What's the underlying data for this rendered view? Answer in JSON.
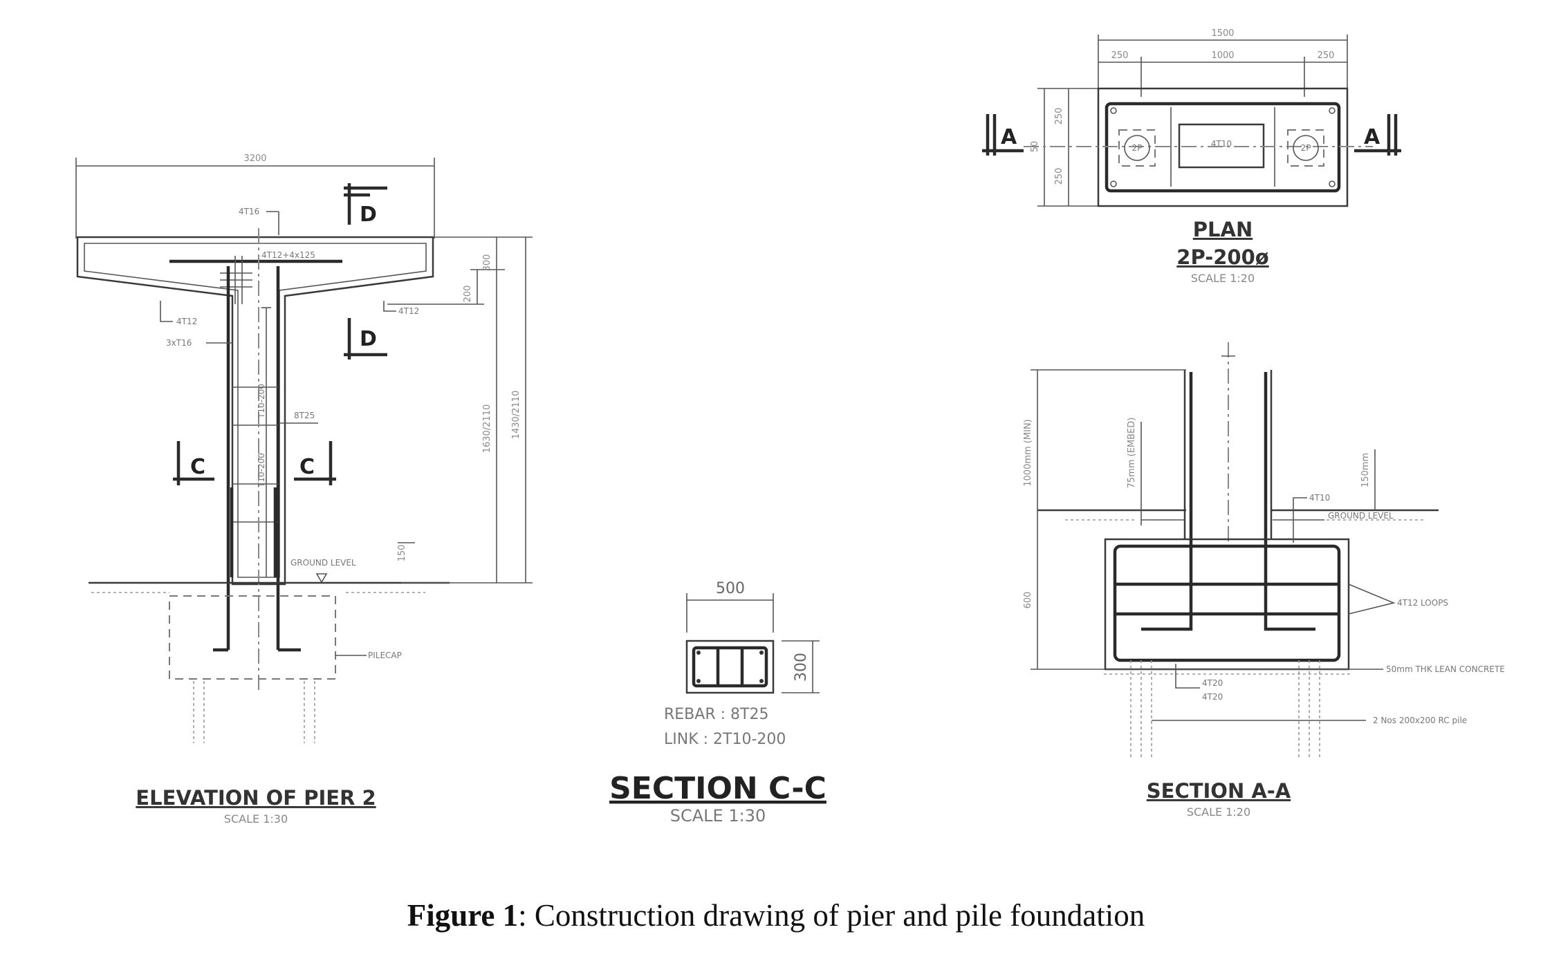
{
  "caption": {
    "label": "Figure 1",
    "text": ": Construction drawing of pier and pile foundation"
  },
  "elevation": {
    "title": "ELEVATION OF PIER 2",
    "scale": "SCALE 1:30",
    "ground_label": "GROUND LEVEL",
    "pilecap_label": "PILECAP",
    "section_marker_c": "C",
    "section_marker_d": "D",
    "dims": {
      "top_width": "3200",
      "cap_depth": "300",
      "haunch": "200",
      "total_height_1": "1630/2110",
      "total_height_2": "1430/2110",
      "ground_offset": "150"
    },
    "callouts": {
      "top_bar": "4T16",
      "main_bar": "4T12+4x125",
      "side_bar_left": "4T12",
      "side_bar_right": "4T12",
      "links": "3xT16",
      "col_bar": "8T25",
      "col_spacing": "T10-200",
      "col_spacing_2": "T10-200"
    }
  },
  "section_cc": {
    "title": "SECTION C-C",
    "scale": "SCALE 1:30",
    "width_dim": "500",
    "depth_dim": "300",
    "rebar_line": "REBAR : 8T25",
    "link_line": "LINK : 2T10-200"
  },
  "plan": {
    "title": "PLAN",
    "subtitle": "2P-200ø",
    "scale": "SCALE 1:20",
    "section_marker": "A",
    "dims": {
      "overall": "1500",
      "left": "250",
      "middle": "1000",
      "right": "250",
      "side_top": "250",
      "side_mid": "50",
      "side_bottom": "250"
    },
    "center_label": "4T10",
    "pile_label_left": "2P",
    "pile_label_right": "2P"
  },
  "section_aa": {
    "title": "SECTION A-A",
    "scale": "SCALE 1:20",
    "dims": {
      "column_height": "1000mm (MIN)",
      "lap_length": "75mm (EMBED)",
      "cap_depth": "600",
      "right_top": "150mm"
    },
    "callouts": {
      "top_bar": "4T10",
      "ground": "GROUND LEVEL",
      "loops": "4T12 LOOPS",
      "lean_concrete": "50mm THK LEAN CONCRETE",
      "piles": "2 Nos 200x200 RC pile",
      "bottom_bar_1": "4T20",
      "bottom_bar_2": "4T20"
    }
  }
}
